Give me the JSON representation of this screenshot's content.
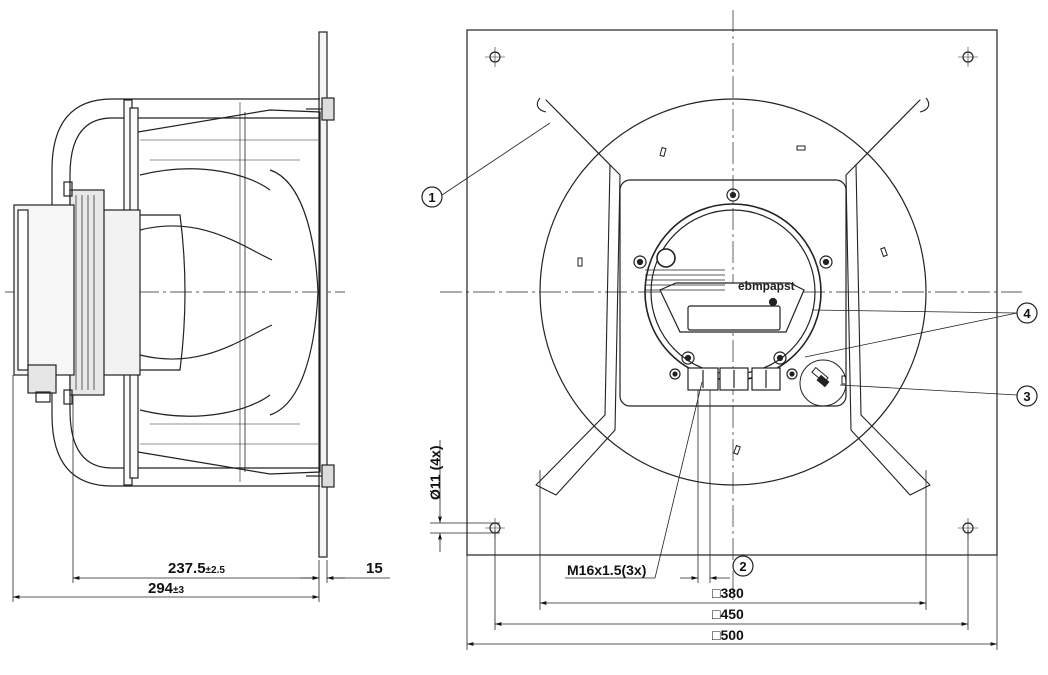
{
  "side_view": {
    "dim_237": {
      "main": "237.5",
      "tol": "±2.5"
    },
    "dim_294": {
      "main": "294",
      "tol": "±3"
    },
    "dim_15": "15"
  },
  "front_view": {
    "hole_label": "Ø11 (4x)",
    "cable_gland_label": "M16x1.5(3x)",
    "dim_380": "□380",
    "dim_450": "□450",
    "dim_500": "□500",
    "logo": "ebmpapst"
  },
  "callouts": [
    "1",
    "2",
    "3",
    "4"
  ]
}
